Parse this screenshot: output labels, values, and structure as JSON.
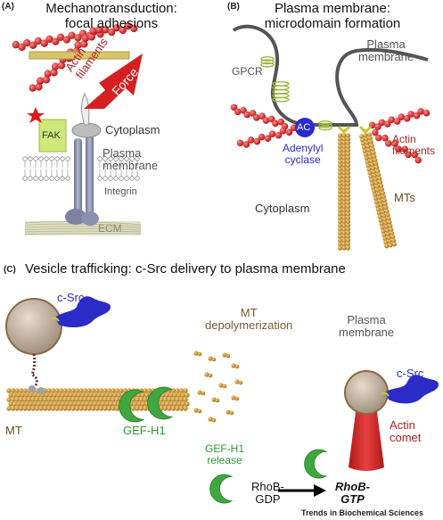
{
  "panel_a": {
    "letter": "(A)",
    "title_line1": "Mechanotransduction:",
    "title_line2": "focal adhesions",
    "actin_line1": "Actin",
    "actin_line2": "filaments",
    "force": "Force",
    "fak": "FAK",
    "cytoplasm": "Cytoplasm",
    "plasma_line1": "Plasma",
    "plasma_line2": "membrane",
    "integrin": "Integrin",
    "ecm": "ECM"
  },
  "panel_b": {
    "letter": "(B)",
    "title_line1": "Plasma membrane:",
    "title_line2": "microdomain formation",
    "plasma_line1": "Plasma",
    "plasma_line2": "membrane",
    "gpcr": "GPCR",
    "ac": "AC",
    "adenylyl_line1": "Adenylyl",
    "adenylyl_line2": "cyclase",
    "actin_line1": "Actin",
    "actin_line2": "filaments",
    "mts": "MTs",
    "cytoplasm": "Cytoplasm"
  },
  "panel_c": {
    "letter": "(C)",
    "title": "Vesicle trafficking: c-Src delivery to plasma membrane",
    "csrc_left": "c-Src",
    "mt_depoly_line1": "MT",
    "mt_depoly_line2": "depolymerization",
    "plasma_line1": "Plasma",
    "plasma_line2": "membrane",
    "csrc_right": "c-Src",
    "actin_line1": "Actin",
    "actin_line2": "comet",
    "mt": "MT",
    "gef": "GEF-H1",
    "gef_release_line1": "GEF-H1",
    "gef_release_line2": "release",
    "rhogdp_line1": "RhoB-",
    "rhogdp_line2": "GDP",
    "rhogtp_line1": "RhoB-",
    "rhogtp_line2": "GTP"
  },
  "footer": "Trends in Biochemical Sciences",
  "colors": {
    "actin": "#d42a2a",
    "force_arrow": "#d42020",
    "fak": "#cfe87a",
    "integrin": "#8a90b0",
    "mt": "#c9902a",
    "gef": "#3ea83e",
    "csrc": "#2b2bc8",
    "vesicle": "#c8b8a8",
    "ac": "#2a2ad0",
    "membrane": "#555555"
  }
}
